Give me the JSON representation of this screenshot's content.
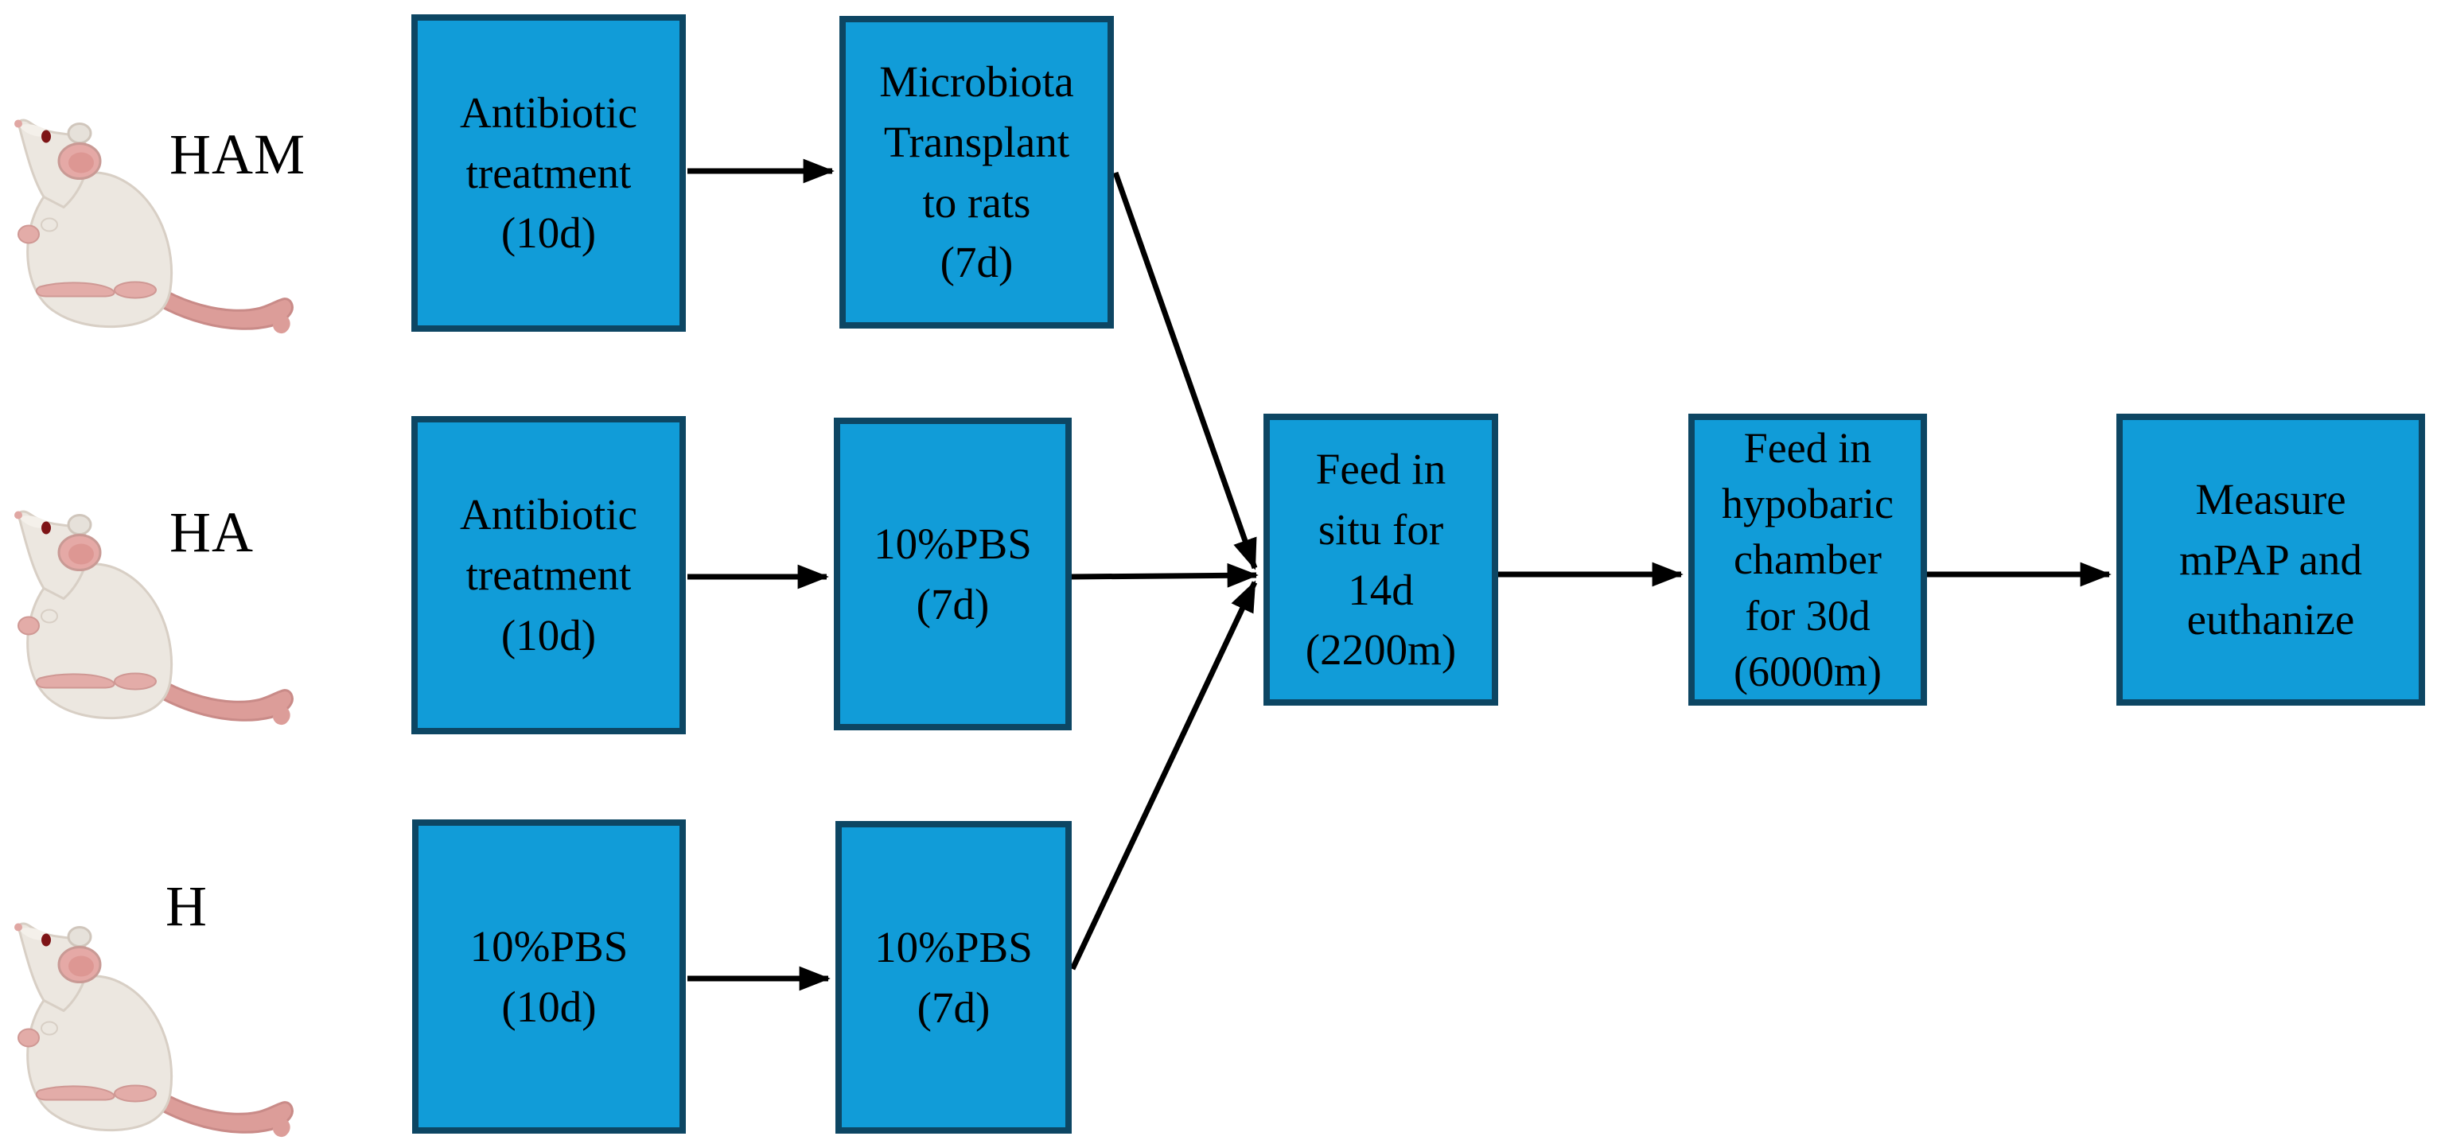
{
  "groups": {
    "ham": {
      "label": "HAM",
      "step1": "Antibiotic\ntreatment\n(10d)",
      "step2": "Microbiota\nTransplant\nto rats\n(7d)"
    },
    "ha": {
      "label": "HA",
      "step1": "Antibiotic\ntreatment\n(10d)",
      "step2": "10%PBS\n(7d)"
    },
    "h": {
      "label": "H",
      "step1": "10%PBS\n(10d)",
      "step2": "10%PBS\n(7d)"
    }
  },
  "shared_steps": {
    "feed_in_situ": "Feed in\nsitu for\n14d\n(2200m)",
    "hypobaric_chamber": "Feed in\nhypobaric\nchamber\nfor 30d\n(6000m)",
    "measure": "Measure\nmPAP and\neuthanize"
  },
  "icons": {
    "rat": "rat-icon"
  },
  "colors": {
    "box_fill": "#119cd8",
    "box_border": "#0d4663",
    "arrow": "#000000",
    "text": "#000000",
    "background": "#ffffff"
  }
}
